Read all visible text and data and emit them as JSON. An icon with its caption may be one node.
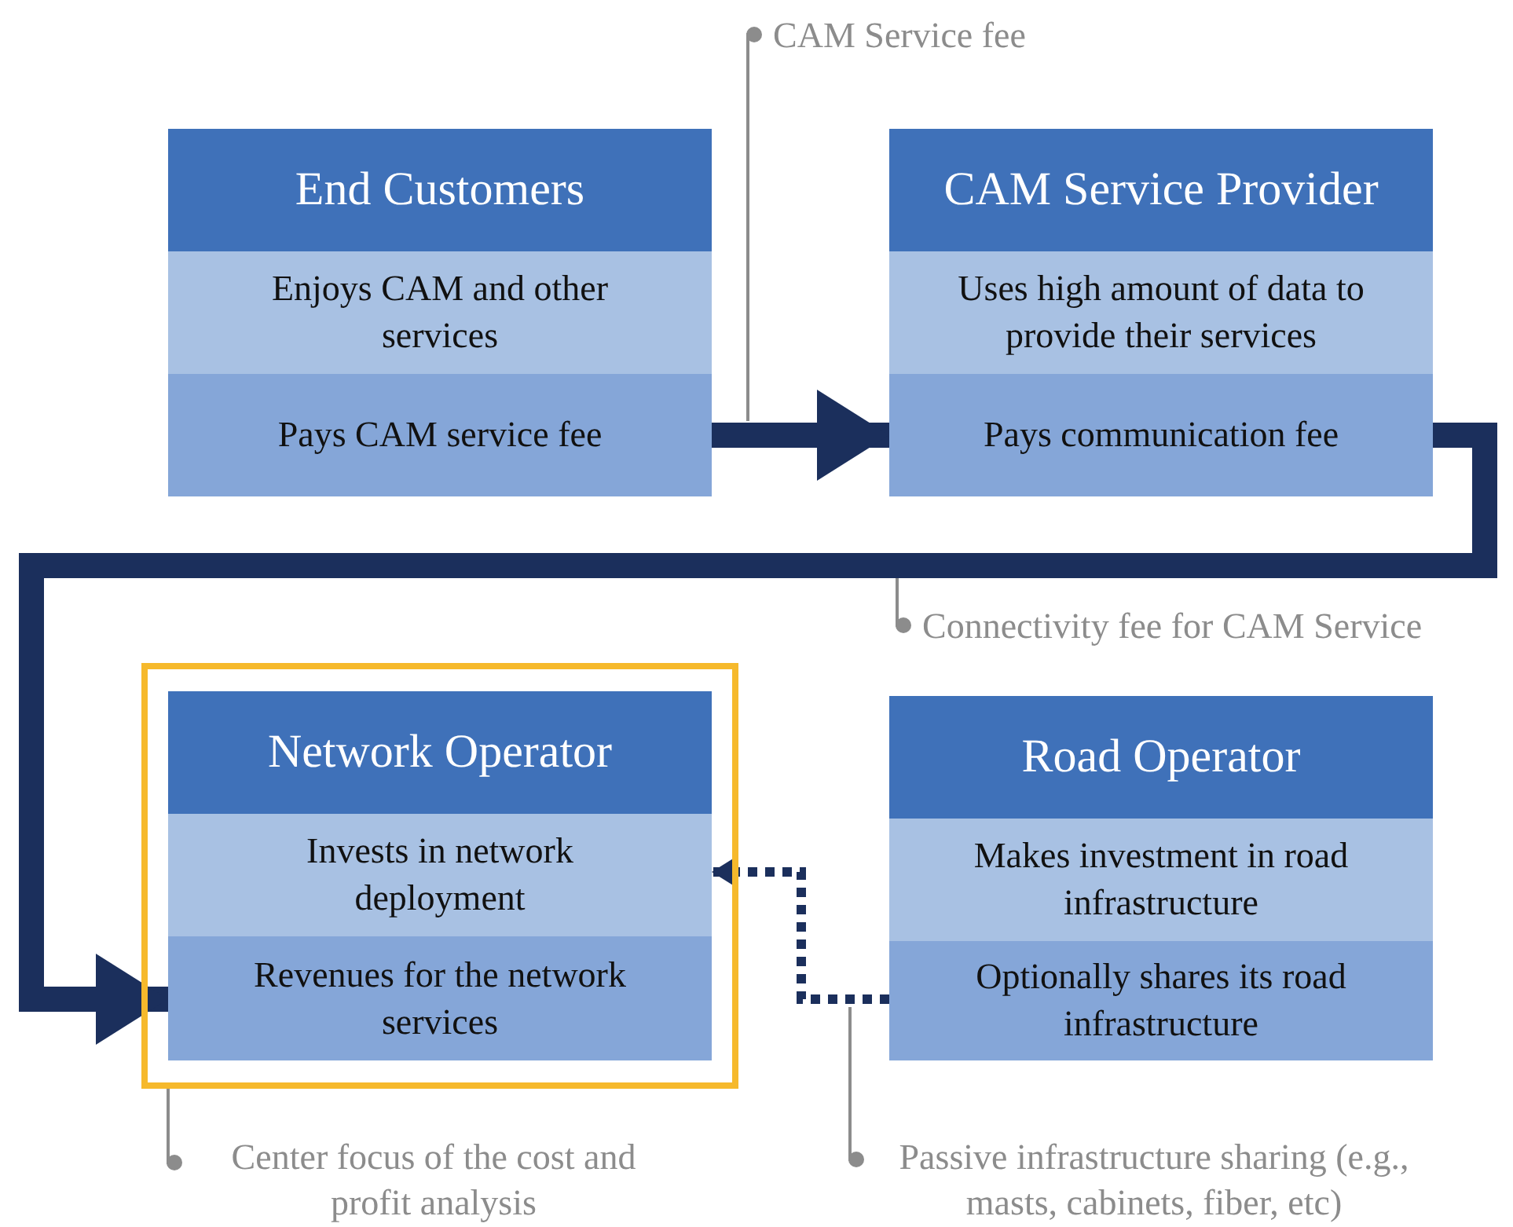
{
  "diagram": {
    "nodes": [
      {
        "text": [
          "End Customers"
        ]
      },
      {
        "text": [
          "Enjoys CAM and other services"
        ],
        "in": 0
      },
      {
        "text": [
          "Pays CAM service fee"
        ],
        "in": 0
      },
      {
        "text": [
          "CAM Service Provider"
        ]
      },
      {
        "text": [
          "Uses high amount of data to provide their services"
        ],
        "in": 3
      },
      {
        "text": [
          "Pays communication fee"
        ],
        "in": 3
      },
      {
        "text": [],
        "shape": "box"
      },
      {
        "text": [
          "Network Operator"
        ],
        "in": 6
      },
      {
        "text": [
          "Invests in network deployment"
        ],
        "in": 7
      },
      {
        "text": [
          "Revenues for the network services"
        ],
        "in": 7
      },
      {
        "text": [
          "Road Operator"
        ]
      },
      {
        "text": [
          "Makes investment in road infrastructure"
        ],
        "in": 10
      },
      {
        "text": [
          "Optionally shares its road infrastructure"
        ],
        "in": 10
      },
      {
        "text": [
          "CAM Service fee"
        ]
      },
      {
        "text": [
          "Connectivity fee for CAM Service"
        ]
      },
      {
        "text": [
          "Center focus of the cost and profit analysis"
        ]
      },
      {
        "text": [
          "Passive infrastructure sharing (e.g., masts, cabinets, fiber, etc)"
        ]
      }
    ],
    "edges": [
      {
        "from": 2,
        "to": 5,
        "arrow": "to",
        "style": "thick",
        "color": "#1b2f5c"
      },
      {
        "from": 5,
        "to": 9,
        "arrow": "to",
        "style": "thick",
        "color": "#1b2f5c"
      },
      {
        "from": 12,
        "to": 8,
        "arrow": "to",
        "style": "dashed",
        "color": "#1b2f5c"
      },
      {
        "from": 13,
        "to": null,
        "arrow": "other"
      },
      {
        "from": 14,
        "to": null,
        "arrow": "other"
      },
      {
        "from": 15,
        "to": 6,
        "arrow": "other"
      },
      {
        "from": 16,
        "to": null,
        "arrow": "other"
      }
    ]
  }
}
